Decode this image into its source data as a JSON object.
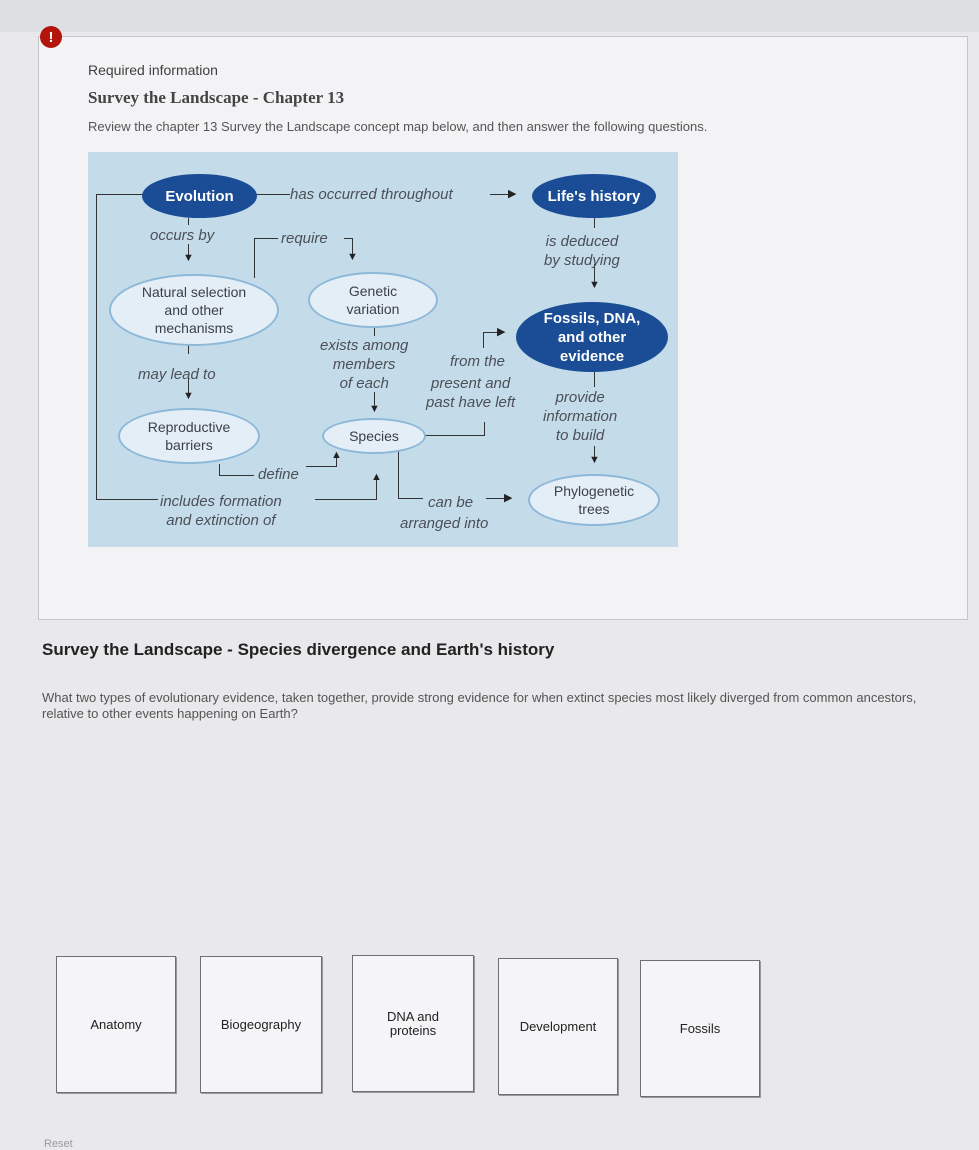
{
  "header": {
    "alert_glyph": "!",
    "required_label": "Required information",
    "chapter_title": "Survey the Landscape - Chapter 13",
    "instructions": "Review the chapter 13 Survey the Landscape concept map below, and then answer the following questions."
  },
  "concept_map": {
    "nodes": {
      "evolution": "Evolution",
      "lifes_history": "Life's history",
      "natural_selection": "Natural selection\nand other\nmechanisms",
      "genetic_variation": "Genetic\nvariation",
      "fossils_dna": "Fossils, DNA,\nand other\nevidence",
      "reproductive_barriers": "Reproductive\nbarriers",
      "species": "Species",
      "phylogenetic_trees": "Phylogenetic\ntrees"
    },
    "links": {
      "has_occurred": "has occurred throughout",
      "occurs_by": "occurs by",
      "require": "require",
      "is_deduced": "is deduced\nby studying",
      "exists_among": "exists among\nmembers\nof each",
      "from_the": "from the",
      "present_and": "present and\npast have left",
      "may_lead_to": "may lead to",
      "provide_info": "provide\ninformation\nto build",
      "define": "define",
      "includes": "includes formation\nand extinction of",
      "can_be": "can be",
      "arranged_into": "arranged into"
    }
  },
  "question": {
    "section_title": "Survey the Landscape - Species divergence and Earth's history",
    "text": "What two types of evolutionary evidence, taken together, provide strong evidence for when extinct species most likely diverged from common ancestors, relative to other events happening on Earth?"
  },
  "options": [
    "Anatomy",
    "Biogeography",
    "DNA and\nproteins",
    "Development",
    "Fossils"
  ],
  "reset_label": "Reset",
  "colors": {
    "alert": "#b3140b",
    "map_background": "#c4dcea",
    "dark_node": "#1a4d95",
    "light_node": "#e4eef7"
  }
}
